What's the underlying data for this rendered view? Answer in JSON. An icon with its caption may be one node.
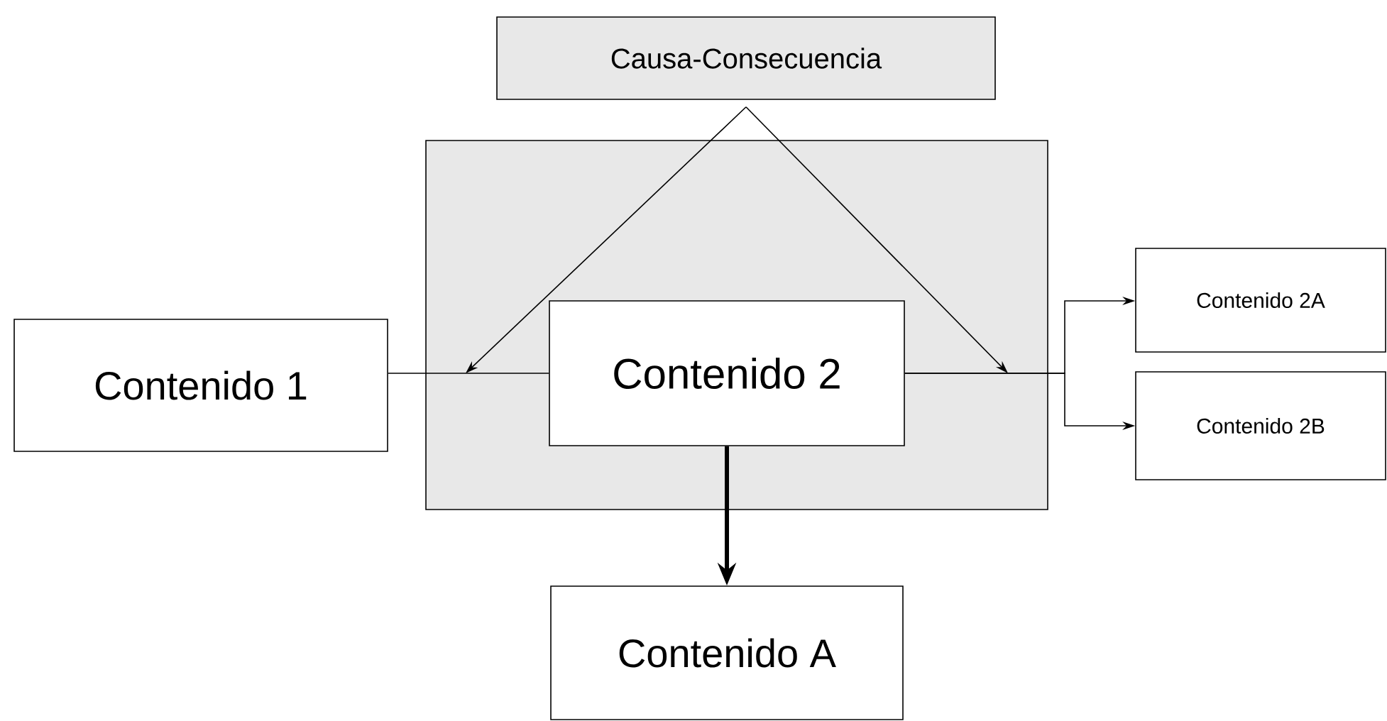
{
  "diagram": {
    "nodes": [
      {
        "text": [
          "Causa-Consecuencia"
        ]
      },
      {
        "text": [],
        "shape": "box"
      },
      {
        "text": [
          "Contenido 1"
        ]
      },
      {
        "text": [
          "Contenido 2"
        ],
        "in": 1
      },
      {
        "text": [
          "Contenido 2A"
        ]
      },
      {
        "text": [
          "Contenido 2B"
        ]
      },
      {
        "text": [
          "Contenido A"
        ]
      }
    ],
    "edges": [
      {
        "from": 0,
        "to": null,
        "arrow": "to"
      },
      {
        "from": 0,
        "to": null,
        "arrow": "to"
      },
      {
        "from": 2,
        "to": 3,
        "arrow": "none"
      },
      {
        "from": 3,
        "to": 4,
        "arrow": "to"
      },
      {
        "from": 3,
        "to": 5,
        "arrow": "to"
      },
      {
        "from": 3,
        "to": 6,
        "arrow": "to",
        "style": "thick"
      }
    ]
  }
}
